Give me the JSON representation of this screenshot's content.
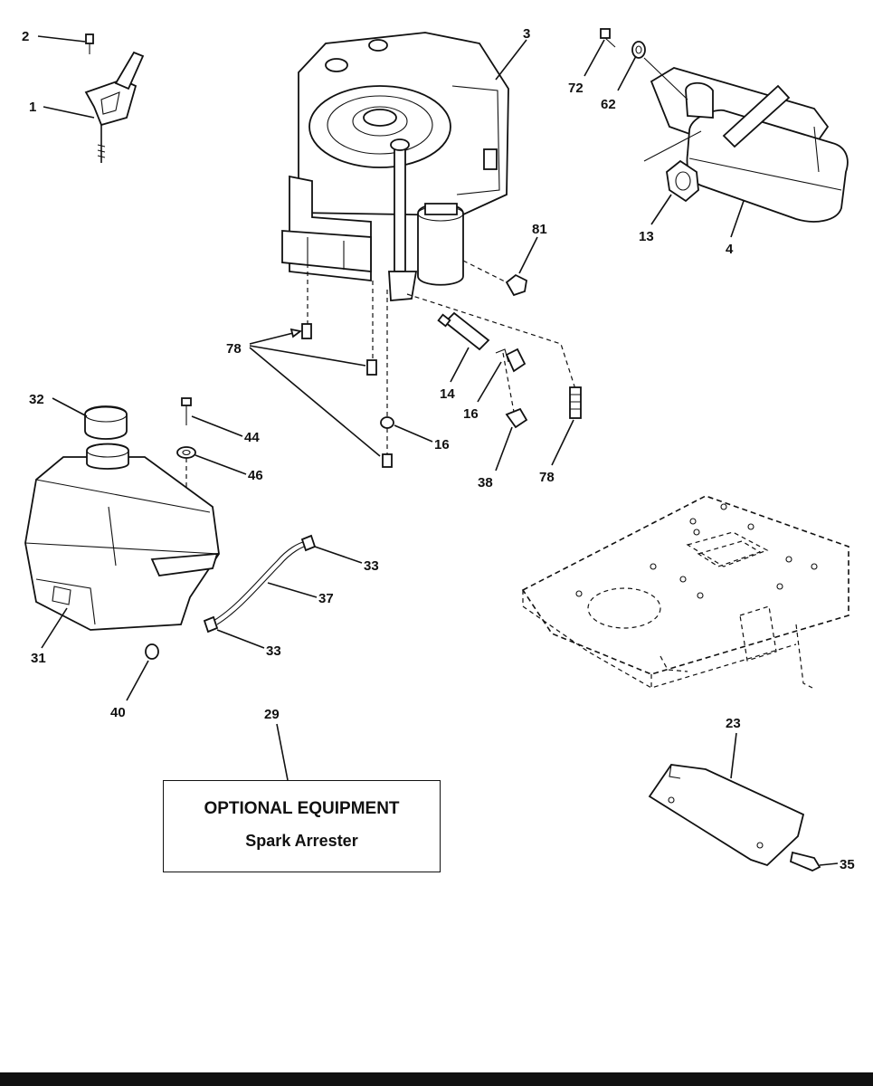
{
  "callouts": {
    "c1": "1",
    "c2": "2",
    "c3": "3",
    "c4": "4",
    "c13": "13",
    "c14": "14",
    "c16a": "16",
    "c16b": "16",
    "c23": "23",
    "c29": "29",
    "c31": "31",
    "c32": "32",
    "c33a": "33",
    "c33b": "33",
    "c35": "35",
    "c37": "37",
    "c38": "38",
    "c40": "40",
    "c44": "44",
    "c46": "46",
    "c62": "62",
    "c72": "72",
    "c78a": "78",
    "c78b": "78",
    "c81": "81"
  },
  "optional_box": {
    "title": "OPTIONAL EQUIPMENT",
    "subtitle": "Spark Arrester"
  }
}
